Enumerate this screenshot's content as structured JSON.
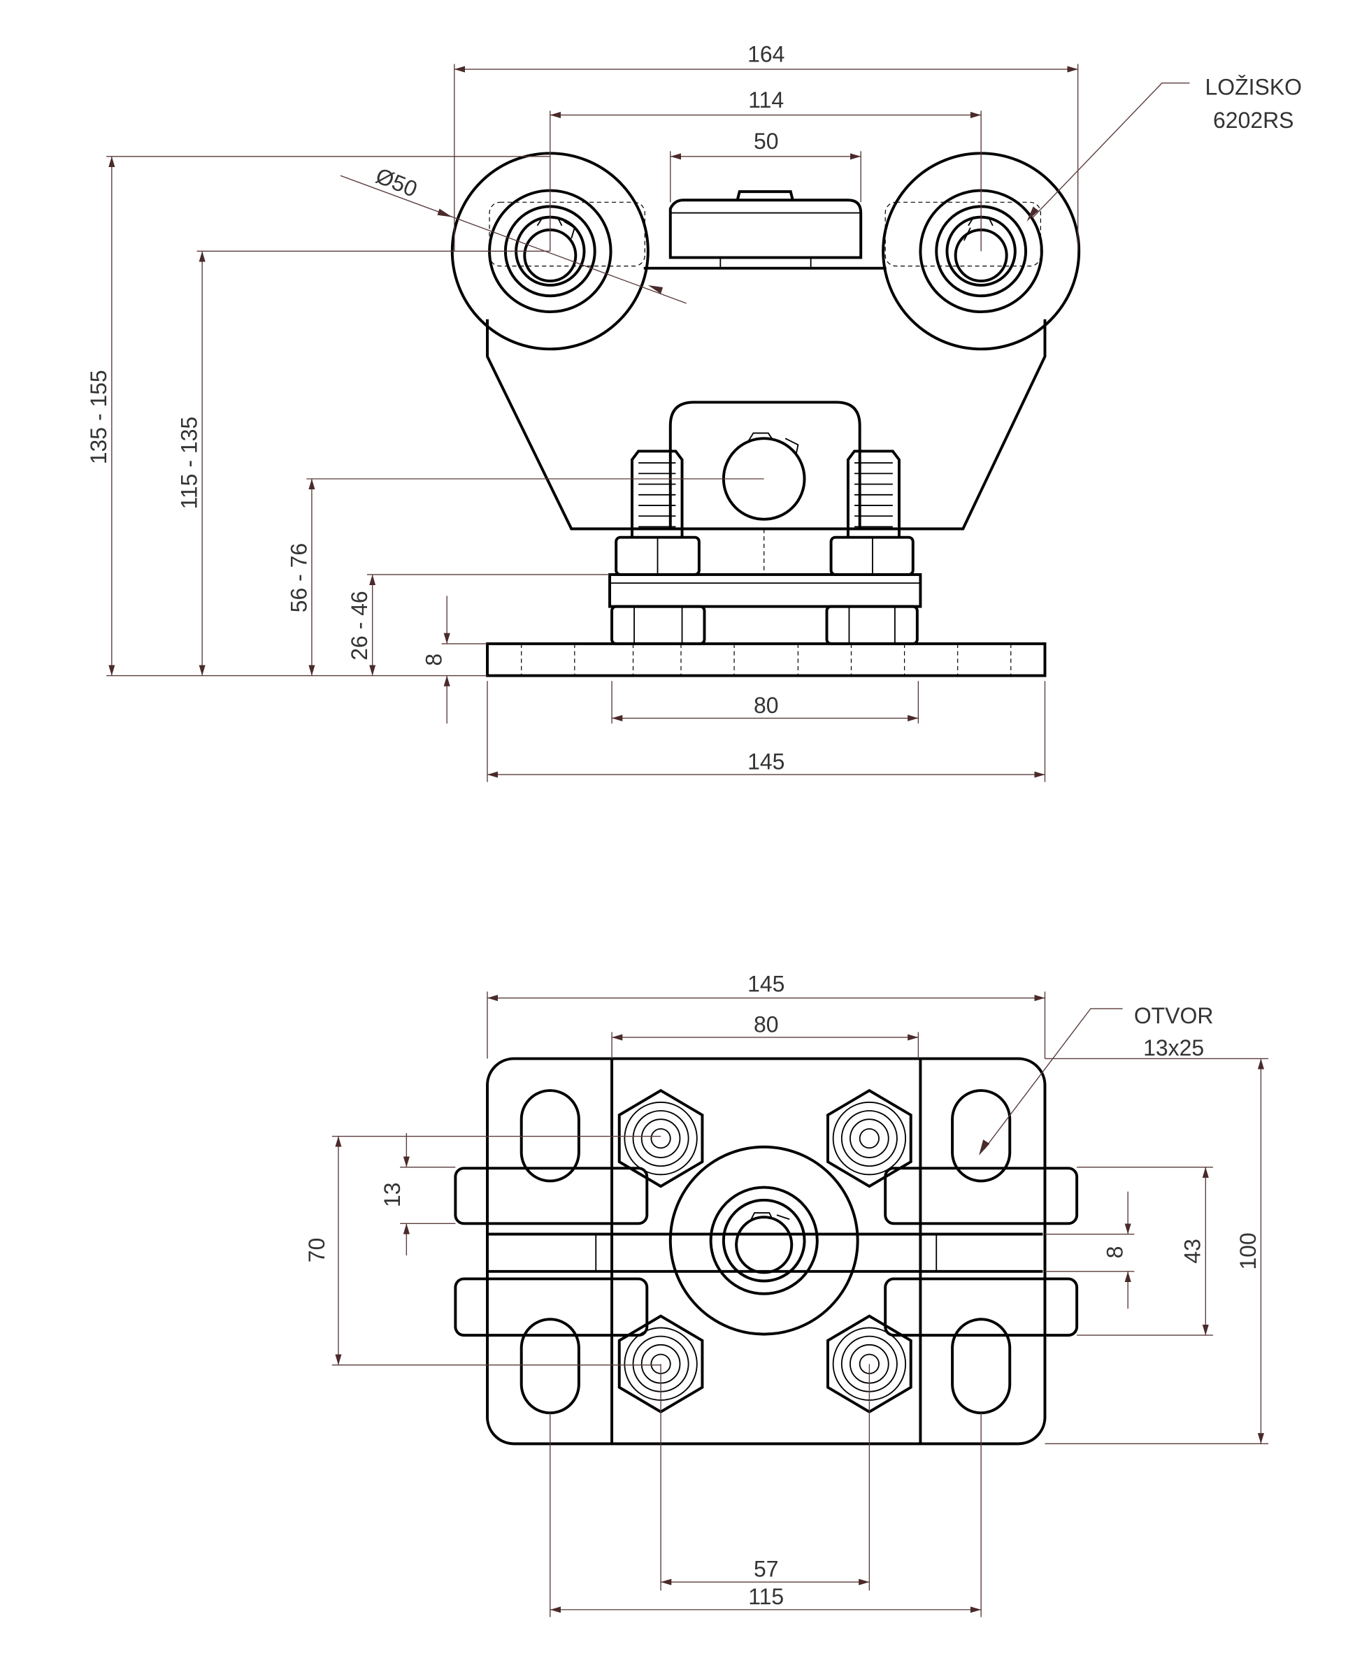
{
  "title": "Pojazdni voziček – tehnična risba",
  "top_view": {
    "dims": {
      "width_164": "164",
      "wheel_spacing_114": "114",
      "top_block_50": "50",
      "wheel_diameter": "Ø50",
      "height_135_155": "135 - 155",
      "height_115_135": "115 - 135",
      "height_56_76": "56 - 76",
      "height_26_46": "26 - 46",
      "plate_thickness_8": "8",
      "bolt_spacing_80": "80",
      "plate_width_145": "145"
    },
    "callout": {
      "line1": "LOŽISKO",
      "line2": "6202RS"
    }
  },
  "bottom_view": {
    "dims": {
      "plate_width_145": "145",
      "bolt_spacing_80": "80",
      "bolt_spacing_70": "70",
      "clamp_13": "13",
      "gap_8": "8",
      "clamp_43": "43",
      "plate_depth_100": "100",
      "bolt_spacing_57": "57",
      "slot_spacing_115": "115"
    },
    "callout": {
      "line1": "OTVOR",
      "line2": "13x25"
    }
  },
  "colors": {
    "outline": "#000000",
    "dimension": "#5a3b3b"
  }
}
